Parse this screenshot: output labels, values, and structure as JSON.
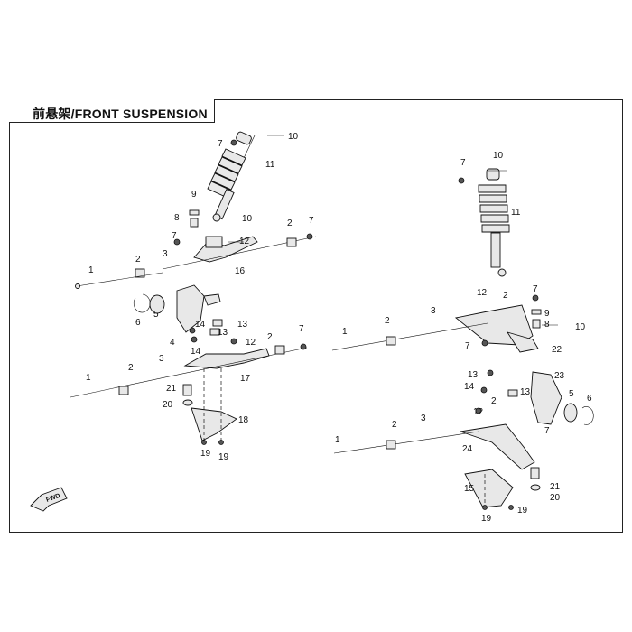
{
  "title": "前悬架/FRONT SUSPENSION",
  "fwd_label": "FWD",
  "left_callouts": [
    {
      "id": "L-7a",
      "text": "7"
    },
    {
      "id": "L-10a",
      "text": "10"
    },
    {
      "id": "L-11",
      "text": "11"
    },
    {
      "id": "L-9",
      "text": "9"
    },
    {
      "id": "L-8",
      "text": "8"
    },
    {
      "id": "L-7b",
      "text": "7"
    },
    {
      "id": "L-10b",
      "text": "10"
    },
    {
      "id": "L-12a",
      "text": "12"
    },
    {
      "id": "L-2a",
      "text": "2"
    },
    {
      "id": "L-7c",
      "text": "7"
    },
    {
      "id": "L-3a",
      "text": "3"
    },
    {
      "id": "L-2b",
      "text": "2"
    },
    {
      "id": "L-1a",
      "text": "1"
    },
    {
      "id": "L-16",
      "text": "16"
    },
    {
      "id": "L-5",
      "text": "5"
    },
    {
      "id": "L-6",
      "text": "6"
    },
    {
      "id": "L-4",
      "text": "4"
    },
    {
      "id": "L-14a",
      "text": "14"
    },
    {
      "id": "L-13a",
      "text": "13"
    },
    {
      "id": "L-13b",
      "text": "13"
    },
    {
      "id": "L-14b",
      "text": "14"
    },
    {
      "id": "L-12b",
      "text": "12"
    },
    {
      "id": "L-2c",
      "text": "2"
    },
    {
      "id": "L-7d",
      "text": "7"
    },
    {
      "id": "L-3b",
      "text": "3"
    },
    {
      "id": "L-2d",
      "text": "2"
    },
    {
      "id": "L-1b",
      "text": "1"
    },
    {
      "id": "L-17",
      "text": "17"
    },
    {
      "id": "L-21",
      "text": "21"
    },
    {
      "id": "L-20",
      "text": "20"
    },
    {
      "id": "L-18",
      "text": "18"
    },
    {
      "id": "L-19a",
      "text": "19"
    },
    {
      "id": "L-19b",
      "text": "19"
    }
  ],
  "right_callouts": [
    {
      "id": "R-10a",
      "text": "10"
    },
    {
      "id": "R-7a",
      "text": "7"
    },
    {
      "id": "R-11",
      "text": "11"
    },
    {
      "id": "R-12a",
      "text": "12"
    },
    {
      "id": "R-2a",
      "text": "2"
    },
    {
      "id": "R-7b",
      "text": "7"
    },
    {
      "id": "R-3a",
      "text": "3"
    },
    {
      "id": "R-2b",
      "text": "2"
    },
    {
      "id": "R-1a",
      "text": "1"
    },
    {
      "id": "R-9",
      "text": "9"
    },
    {
      "id": "R-8",
      "text": "8"
    },
    {
      "id": "R-10b",
      "text": "10"
    },
    {
      "id": "R-7c",
      "text": "7"
    },
    {
      "id": "R-22",
      "text": "22"
    },
    {
      "id": "R-13a",
      "text": "13"
    },
    {
      "id": "R-23",
      "text": "23"
    },
    {
      "id": "R-14",
      "text": "14"
    },
    {
      "id": "R-13b",
      "text": "13"
    },
    {
      "id": "R-5",
      "text": "5"
    },
    {
      "id": "R-6",
      "text": "6"
    },
    {
      "id": "R-12b",
      "text": "12"
    },
    {
      "id": "R-2c",
      "text": "2"
    },
    {
      "id": "R-7d",
      "text": "7"
    },
    {
      "id": "R-3b",
      "text": "3"
    },
    {
      "id": "R-2d",
      "text": "2"
    },
    {
      "id": "R-1b",
      "text": "1"
    },
    {
      "id": "R-24",
      "text": "24"
    },
    {
      "id": "R-15",
      "text": "15"
    },
    {
      "id": "R-21",
      "text": "21"
    },
    {
      "id": "R-20",
      "text": "20"
    },
    {
      "id": "R-19a",
      "text": "19"
    },
    {
      "id": "R-19b",
      "text": "19"
    }
  ]
}
